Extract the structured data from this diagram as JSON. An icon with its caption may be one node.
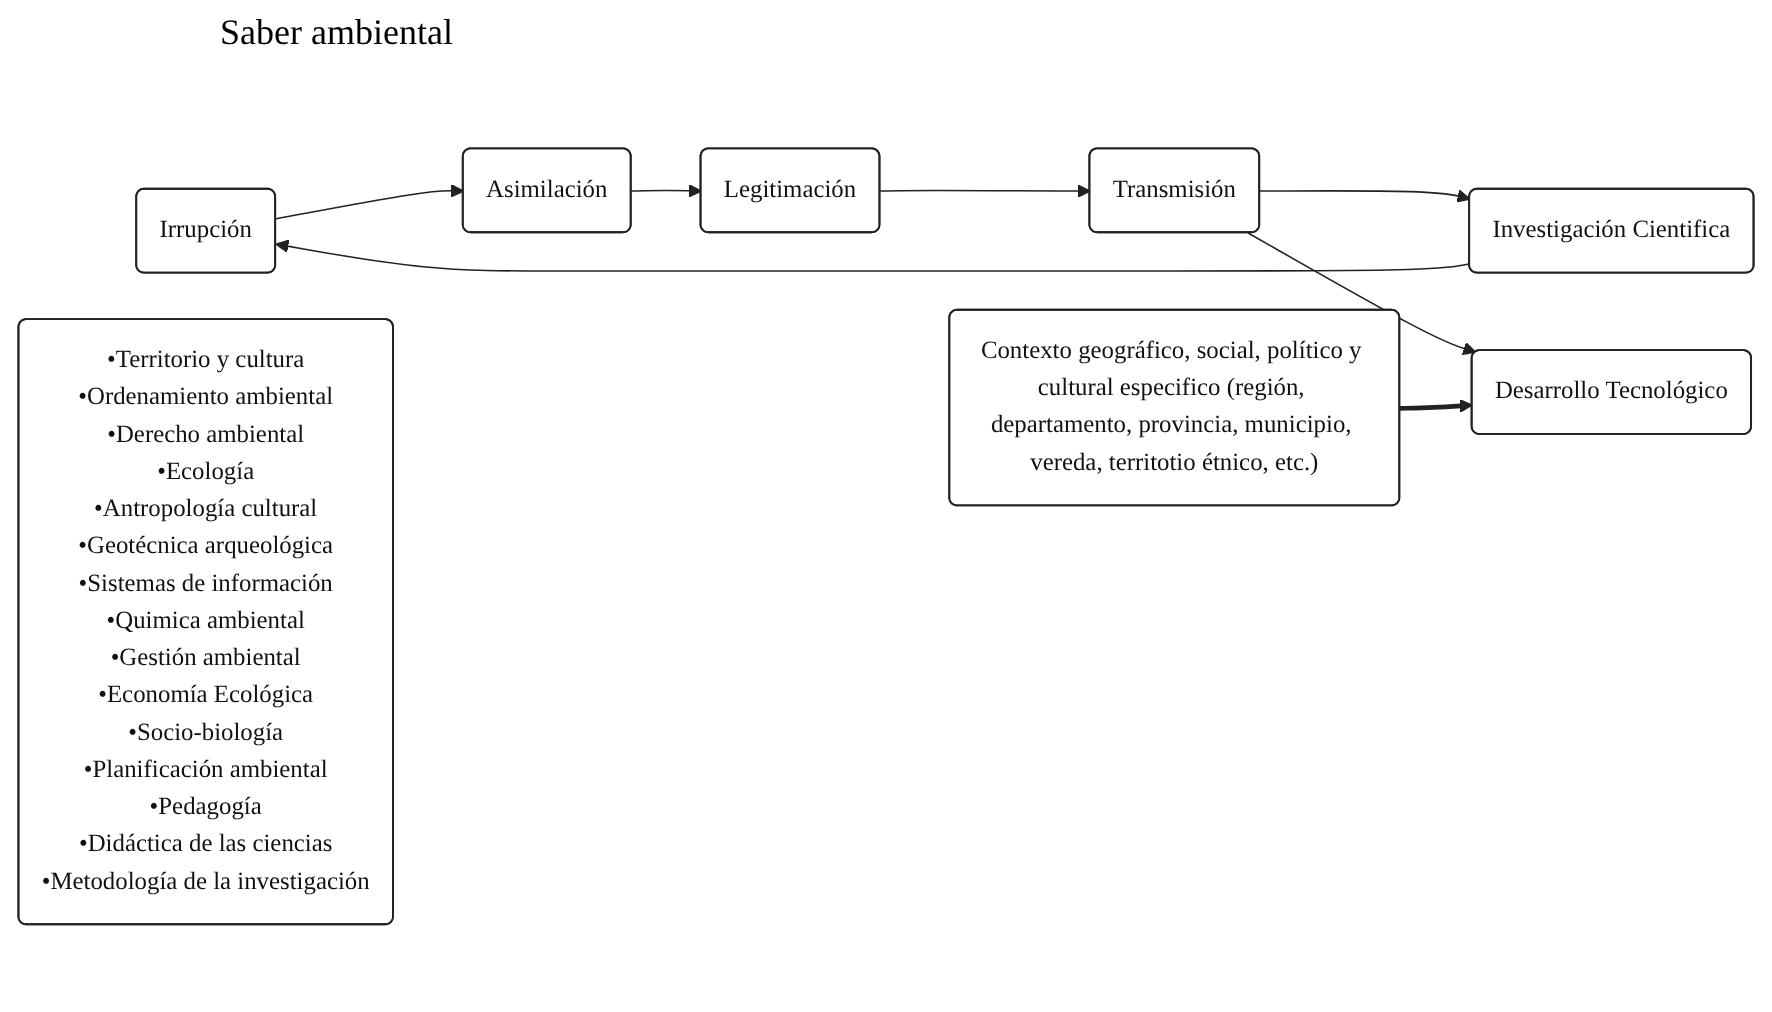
{
  "diagram": {
    "title": "Saber ambiental",
    "nodes": [
      {
        "text": [
          "Irrupción"
        ]
      },
      {
        "text": [
          "Asimilación"
        ]
      },
      {
        "text": [
          "Legitimación"
        ]
      },
      {
        "text": [
          "Transmisión"
        ]
      },
      {
        "text": [
          "Investigación Cientifica"
        ]
      },
      {
        "text": [
          "Desarrollo Tecnológico"
        ]
      },
      {
        "text": [
          "Contexto geográfico, social, político y cultural especifico (región, departamento, provincia, municipio, vereda, territotio étnico, etc.)"
        ]
      },
      {
        "text": [
          "•Territorio y cultura",
          "•Ordenamiento ambiental",
          "•Derecho ambiental",
          "•Ecología",
          "•Antropología cultural",
          "•Geotécnica arqueológica",
          "•Sistemas de información",
          "•Quimica ambiental",
          "•Gestión ambiental",
          "•Economía Ecológica",
          "•Socio-biología",
          "•Planificación ambiental",
          "•Pedagogía",
          "•Didáctica de las ciencias",
          "•Metodología de la investigación"
        ]
      }
    ],
    "edges": [
      {
        "from": 0,
        "to": 1,
        "arrow": "to"
      },
      {
        "from": 1,
        "to": 2,
        "arrow": "to"
      },
      {
        "from": 2,
        "to": 3,
        "arrow": "to"
      },
      {
        "from": 3,
        "to": 4,
        "arrow": "to"
      },
      {
        "from": 4,
        "to": 0,
        "arrow": "to"
      },
      {
        "from": 3,
        "to": 5,
        "arrow": "to"
      },
      {
        "from": 6,
        "to": 5,
        "arrow": "to",
        "style": "thick"
      }
    ]
  }
}
